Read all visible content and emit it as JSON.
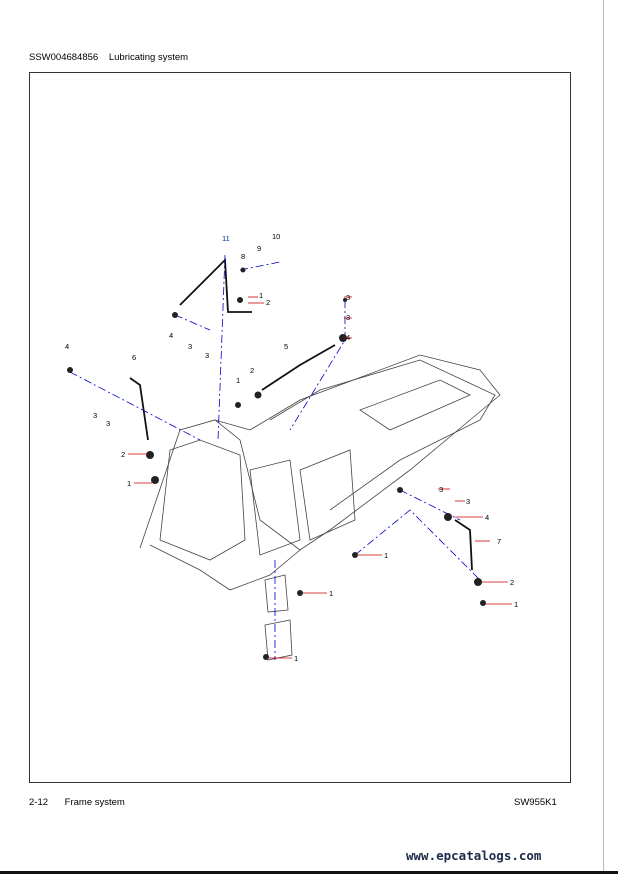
{
  "header": {
    "doc_id": "SSW004684856",
    "title": "Lubricating system"
  },
  "footer": {
    "page": "2-12",
    "section": "Frame system",
    "model": "SW955K1"
  },
  "watermark": "www.epcatalogs.com",
  "callouts": [
    "11",
    "8",
    "9",
    "10",
    "1",
    "2",
    "4",
    "3",
    "3",
    "3",
    "3",
    "4",
    "5",
    "2",
    "1",
    "4",
    "6",
    "3",
    "3",
    "2",
    "1",
    "3",
    "3",
    "4",
    "7",
    "1",
    "2",
    "1",
    "1"
  ],
  "colors": {
    "leader": "#cc0000",
    "centerline": "#0000cc"
  }
}
